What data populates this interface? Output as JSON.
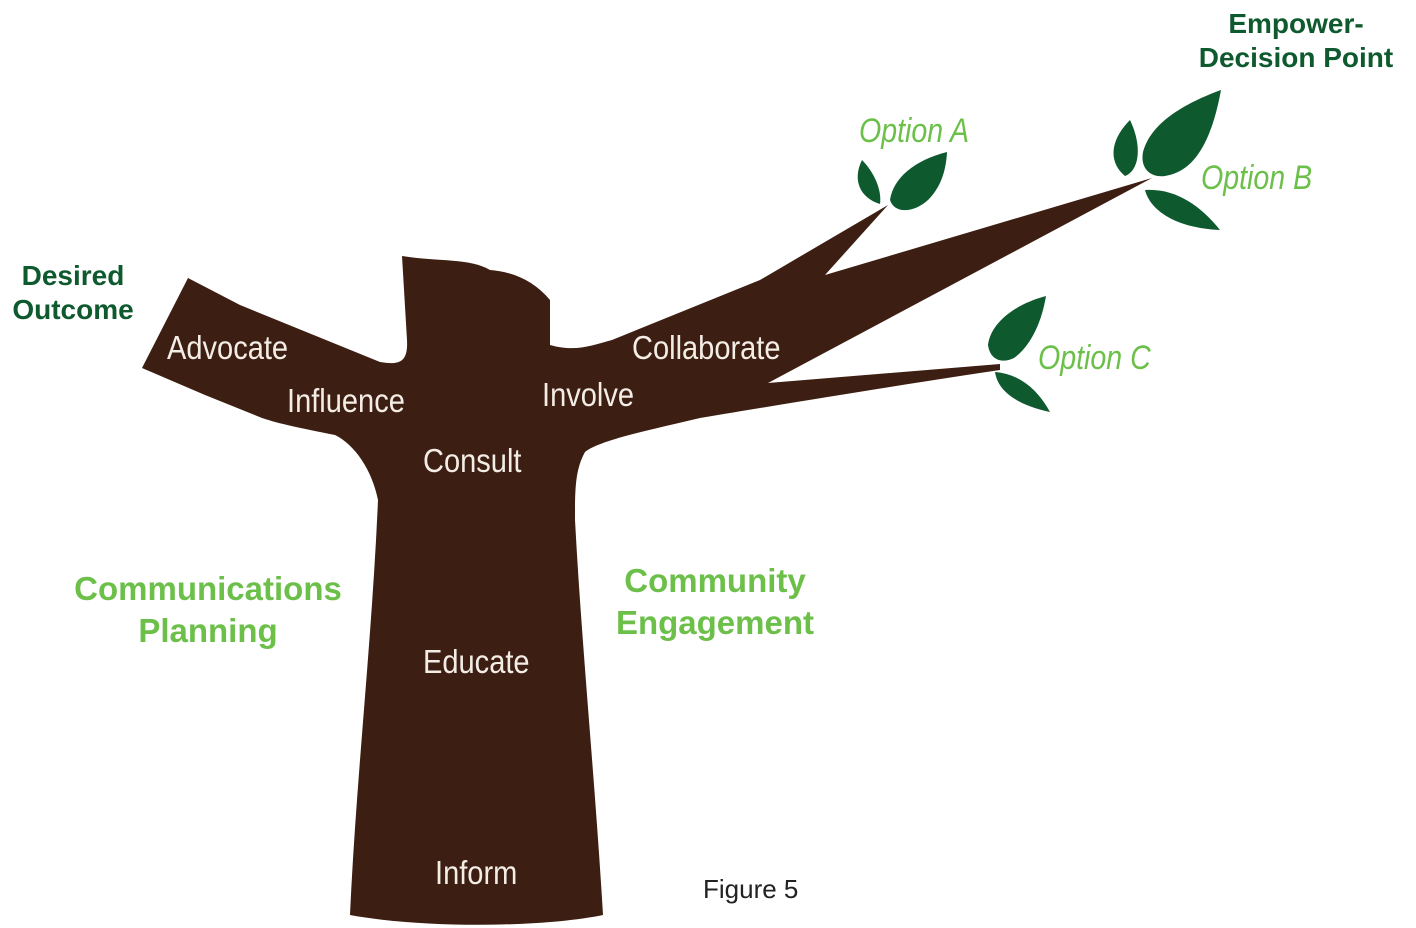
{
  "colors": {
    "trunk": "#3d1e12",
    "leaf": "#0e5a2e",
    "dark_green_text": "#0e5a2e",
    "light_green_text": "#6cc04a",
    "trunk_text": "#f3ede6",
    "caption_text": "#222222"
  },
  "headings": {
    "desired_outcome": [
      "Desired",
      "Outcome"
    ],
    "empower": [
      "Empower-",
      "Decision Point"
    ],
    "communications_planning": [
      "Communications",
      "Planning"
    ],
    "community_engagement": [
      "Community",
      "Engagement"
    ]
  },
  "trunk_labels": {
    "advocate": "Advocate",
    "influence": "Influence",
    "consult": "Consult",
    "involve": "Involve",
    "collaborate": "Collaborate",
    "educate": "Educate",
    "inform": "Inform"
  },
  "options": {
    "a": "Option A",
    "b": "Option B",
    "c": "Option C"
  },
  "caption": "Figure 5"
}
